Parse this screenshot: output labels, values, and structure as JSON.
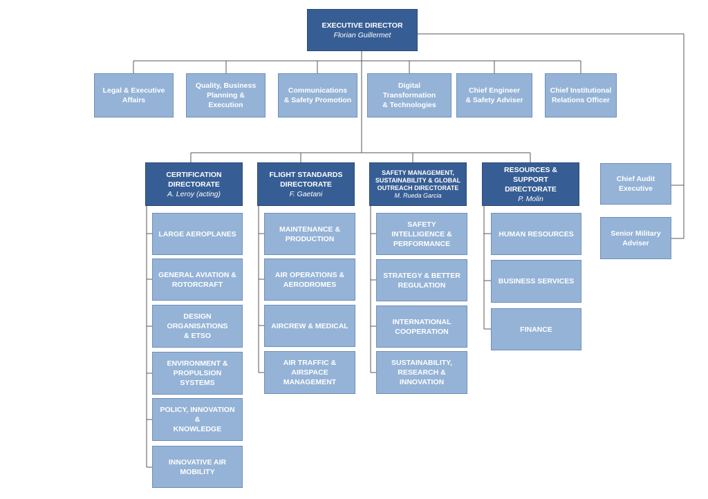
{
  "executive": {
    "title": "EXECUTIVE DIRECTOR",
    "person": "Florian Guillermet"
  },
  "top_units": [
    {
      "label": "Legal & Executive\nAffairs"
    },
    {
      "label": "Quality, Business\nPlanning & Execution"
    },
    {
      "label": "Communications\n& Safety Promotion"
    },
    {
      "label": "Digital\nTransformation\n& Technologies"
    },
    {
      "label": "Chief Engineer\n& Safety Adviser"
    },
    {
      "label": "Chief Institutional\nRelations Officer"
    }
  ],
  "side_units": [
    {
      "label": "Chief Audit\nExecutive"
    },
    {
      "label": "Senior Military\nAdviser"
    }
  ],
  "directorates": [
    {
      "title": "CERTIFICATION\nDIRECTORATE",
      "person": "A. Leroy (acting)",
      "units": [
        "LARGE AEROPLANES",
        "GENERAL AVIATION &\nROTORCRAFT",
        "DESIGN\nORGANISATIONS\n& ETSO",
        "ENVIRONMENT &\nPROPULSION SYSTEMS",
        "POLICY, INNOVATION &\nKNOWLEDGE",
        "INNOVATIVE AIR\nMOBILITY"
      ]
    },
    {
      "title": "FLIGHT STANDARDS\nDIRECTORATE",
      "person": "F. Gaetani",
      "units": [
        "MAINTENANCE &\nPRODUCTION",
        "AIR OPERATIONS &\nAERODROMES",
        "AIRCREW & MEDICAL",
        "AIR TRAFFIC & AIRSPACE\nMANAGEMENT"
      ]
    },
    {
      "title": "SAFETY MANAGEMENT,\nSUSTAINABILITY & GLOBAL\nOUTREACH DIRECTORATE",
      "person": "M. Rueda Garcia",
      "units": [
        "SAFETY INTELLIGENCE &\nPERFORMANCE",
        "STRATEGY & BETTER\nREGULATION",
        "INTERNATIONAL\nCOOPERATION",
        "SUSTAINABILITY,\nRESEARCH &\nINNOVATION"
      ]
    },
    {
      "title": "RESOURCES & SUPPORT\nDIRECTORATE",
      "person": "P. Molin",
      "units": [
        "HUMAN RESOURCES",
        "BUSINESS SERVICES",
        "FINANCE"
      ]
    }
  ],
  "colors": {
    "dark_box": "#375e94",
    "light_box": "#95b3d7",
    "line": "#555555"
  }
}
